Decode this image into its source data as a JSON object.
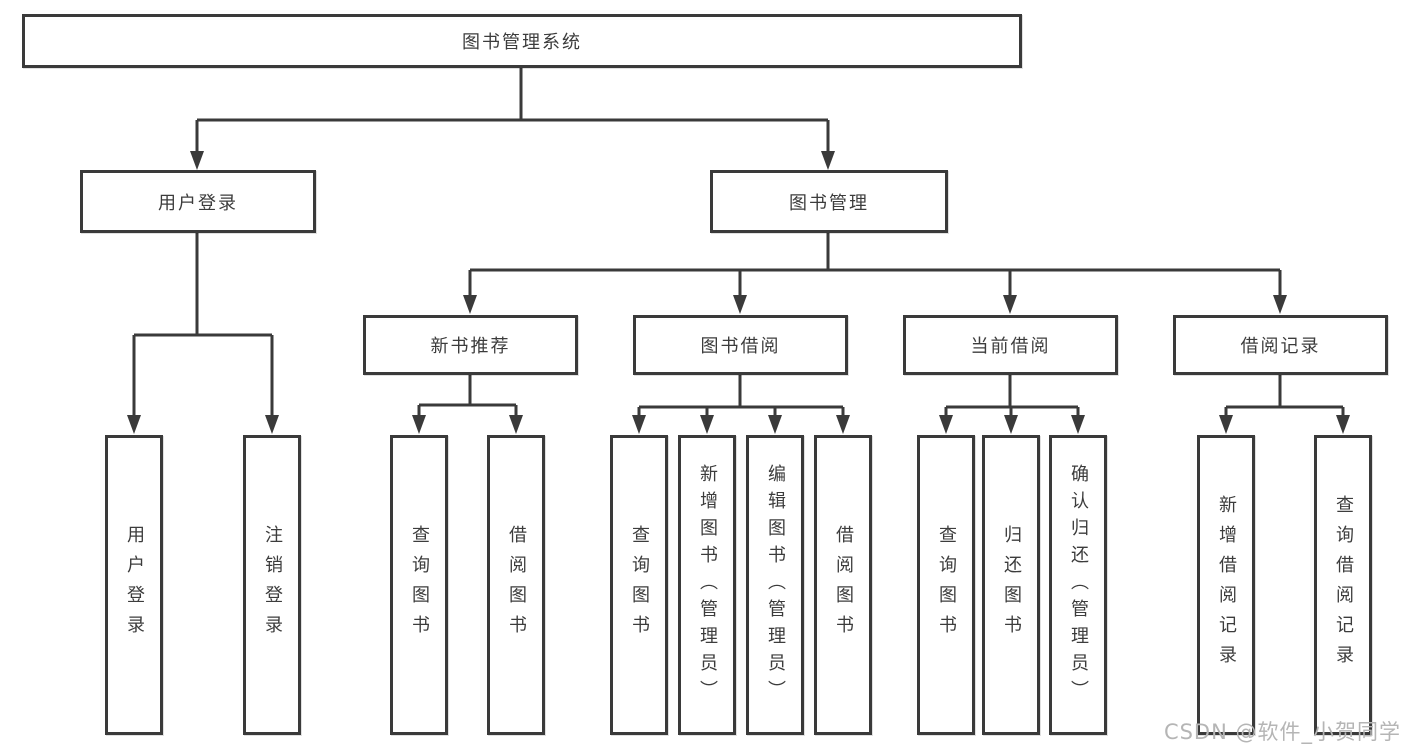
{
  "tree": {
    "label": "图书管理系统",
    "children": [
      {
        "label": "用户登录",
        "children": [
          {
            "label": "用户登录"
          },
          {
            "label": "注销登录"
          }
        ]
      },
      {
        "label": "图书管理",
        "children": [
          {
            "label": "新书推荐",
            "children": [
              {
                "label": "查询图书"
              },
              {
                "label": "借阅图书"
              }
            ]
          },
          {
            "label": "图书借阅",
            "children": [
              {
                "label": "查询图书"
              },
              {
                "label": "新增图书（管理员）"
              },
              {
                "label": "编辑图书（管理员）"
              },
              {
                "label": "借阅图书"
              }
            ]
          },
          {
            "label": "当前借阅",
            "children": [
              {
                "label": "查询图书"
              },
              {
                "label": "归还图书"
              },
              {
                "label": "确认归还（管理员）"
              }
            ]
          },
          {
            "label": "借阅记录",
            "children": [
              {
                "label": "新增借阅记录"
              },
              {
                "label": "查询借阅记录"
              }
            ]
          }
        ]
      }
    ]
  },
  "watermark": {
    "text": "CSDN @软件_小贺同学"
  },
  "colors": {
    "line": "#3a3a3a",
    "text": "#3c3c3c",
    "watermark": "#b5b5b5",
    "background": "#ffffff"
  }
}
